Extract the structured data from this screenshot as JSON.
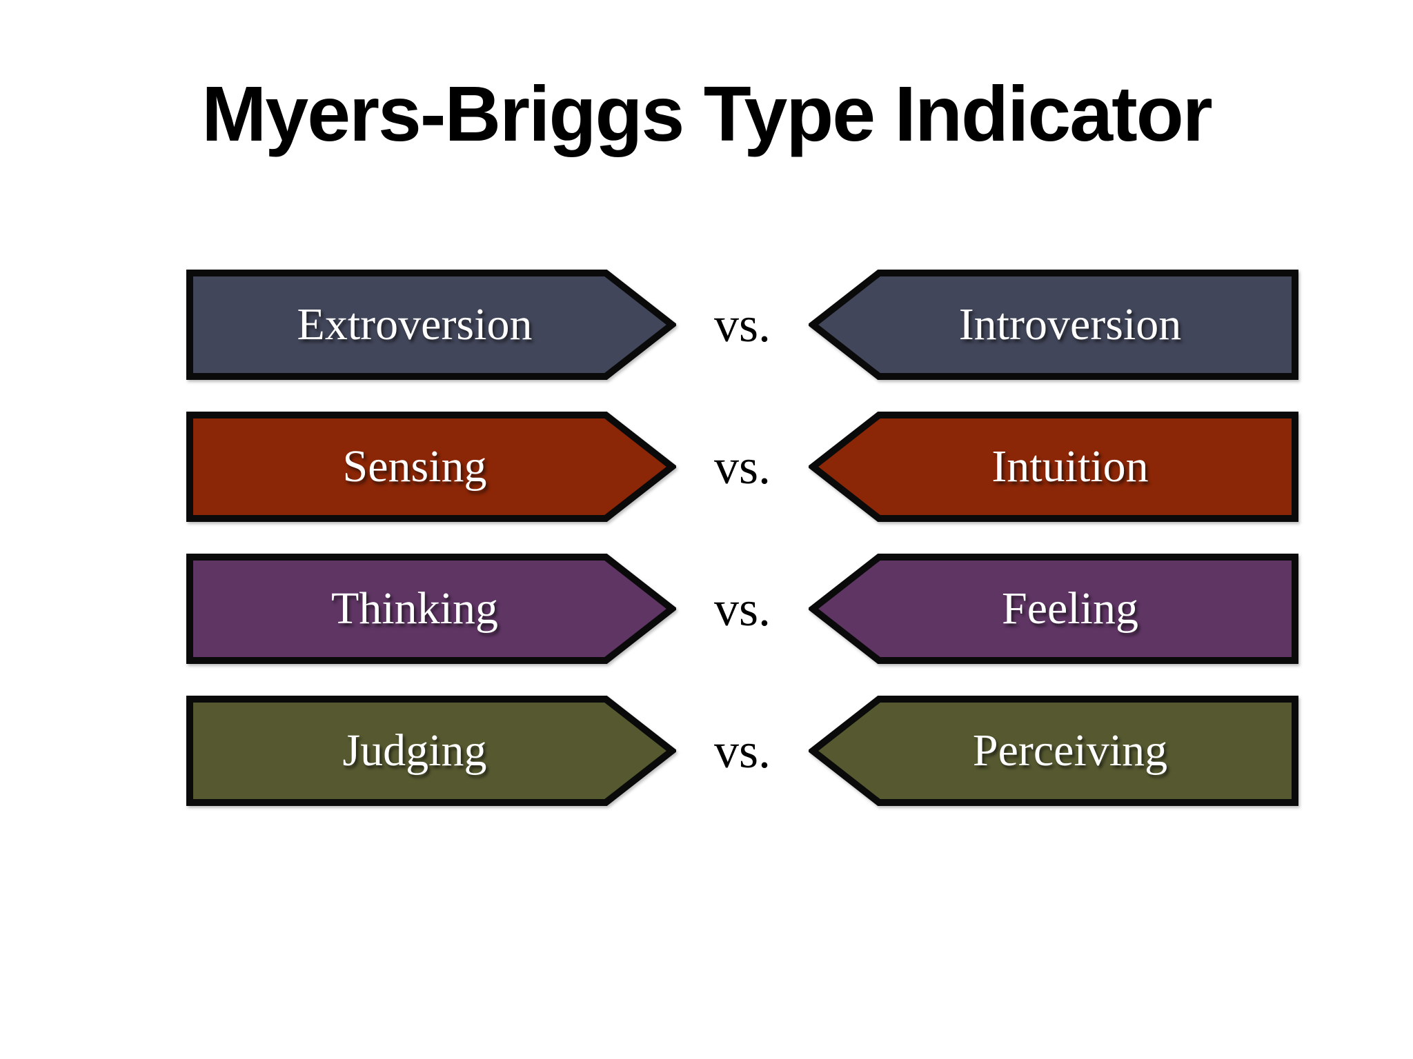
{
  "title": "Myers-Briggs Type Indicator",
  "vs_label": "vs.",
  "style": {
    "background": "#ffffff",
    "title_color": "#000000",
    "arrow_border": "#0a0a0a",
    "arrow_text": "#ffffff",
    "vs_text": "#000000"
  },
  "rows": [
    {
      "left": "Extroversion",
      "right": "Introversion",
      "color": "#42465A"
    },
    {
      "left": "Sensing",
      "right": "Intuition",
      "color": "#8B2606"
    },
    {
      "left": "Thinking",
      "right": "Feeling",
      "color": "#5F3564"
    },
    {
      "left": "Judging",
      "right": "Perceiving",
      "color": "#565930"
    }
  ]
}
